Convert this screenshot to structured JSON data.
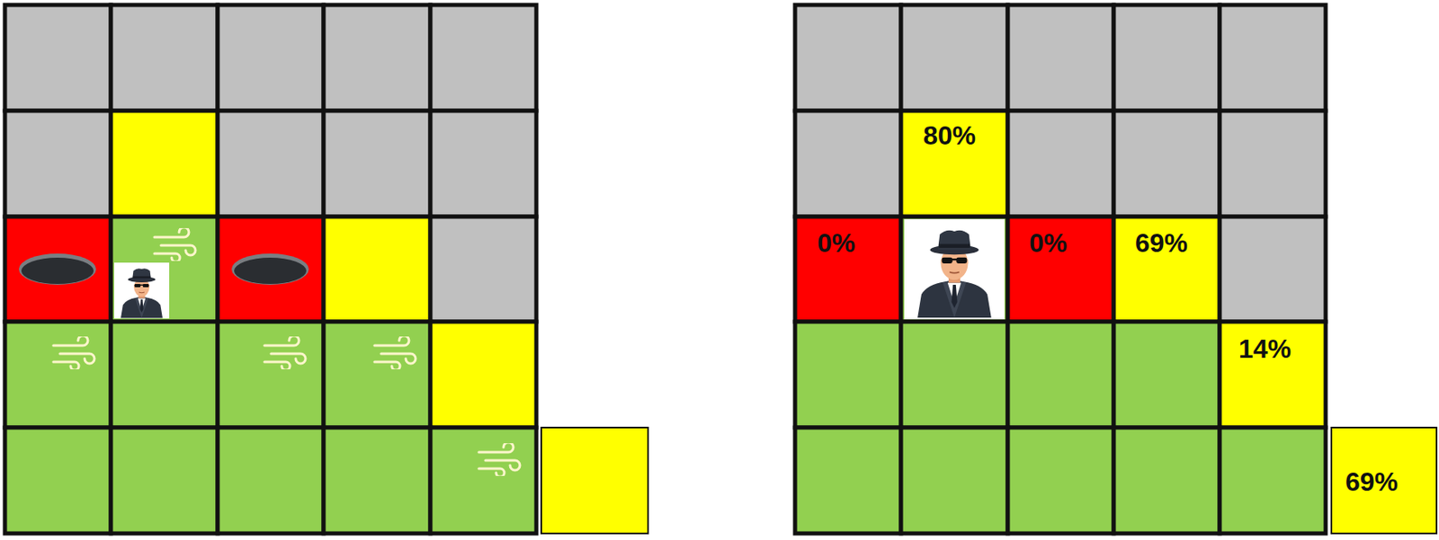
{
  "diagram": {
    "nodes": [
      {
        "text": [
          "80%"
        ]
      },
      {
        "text": [
          "0%"
        ]
      },
      {
        "text": [
          "0%"
        ]
      },
      {
        "text": [
          "69%"
        ]
      },
      {
        "text": [
          "14%"
        ]
      },
      {
        "text": [
          "69%"
        ]
      }
    ]
  }
}
